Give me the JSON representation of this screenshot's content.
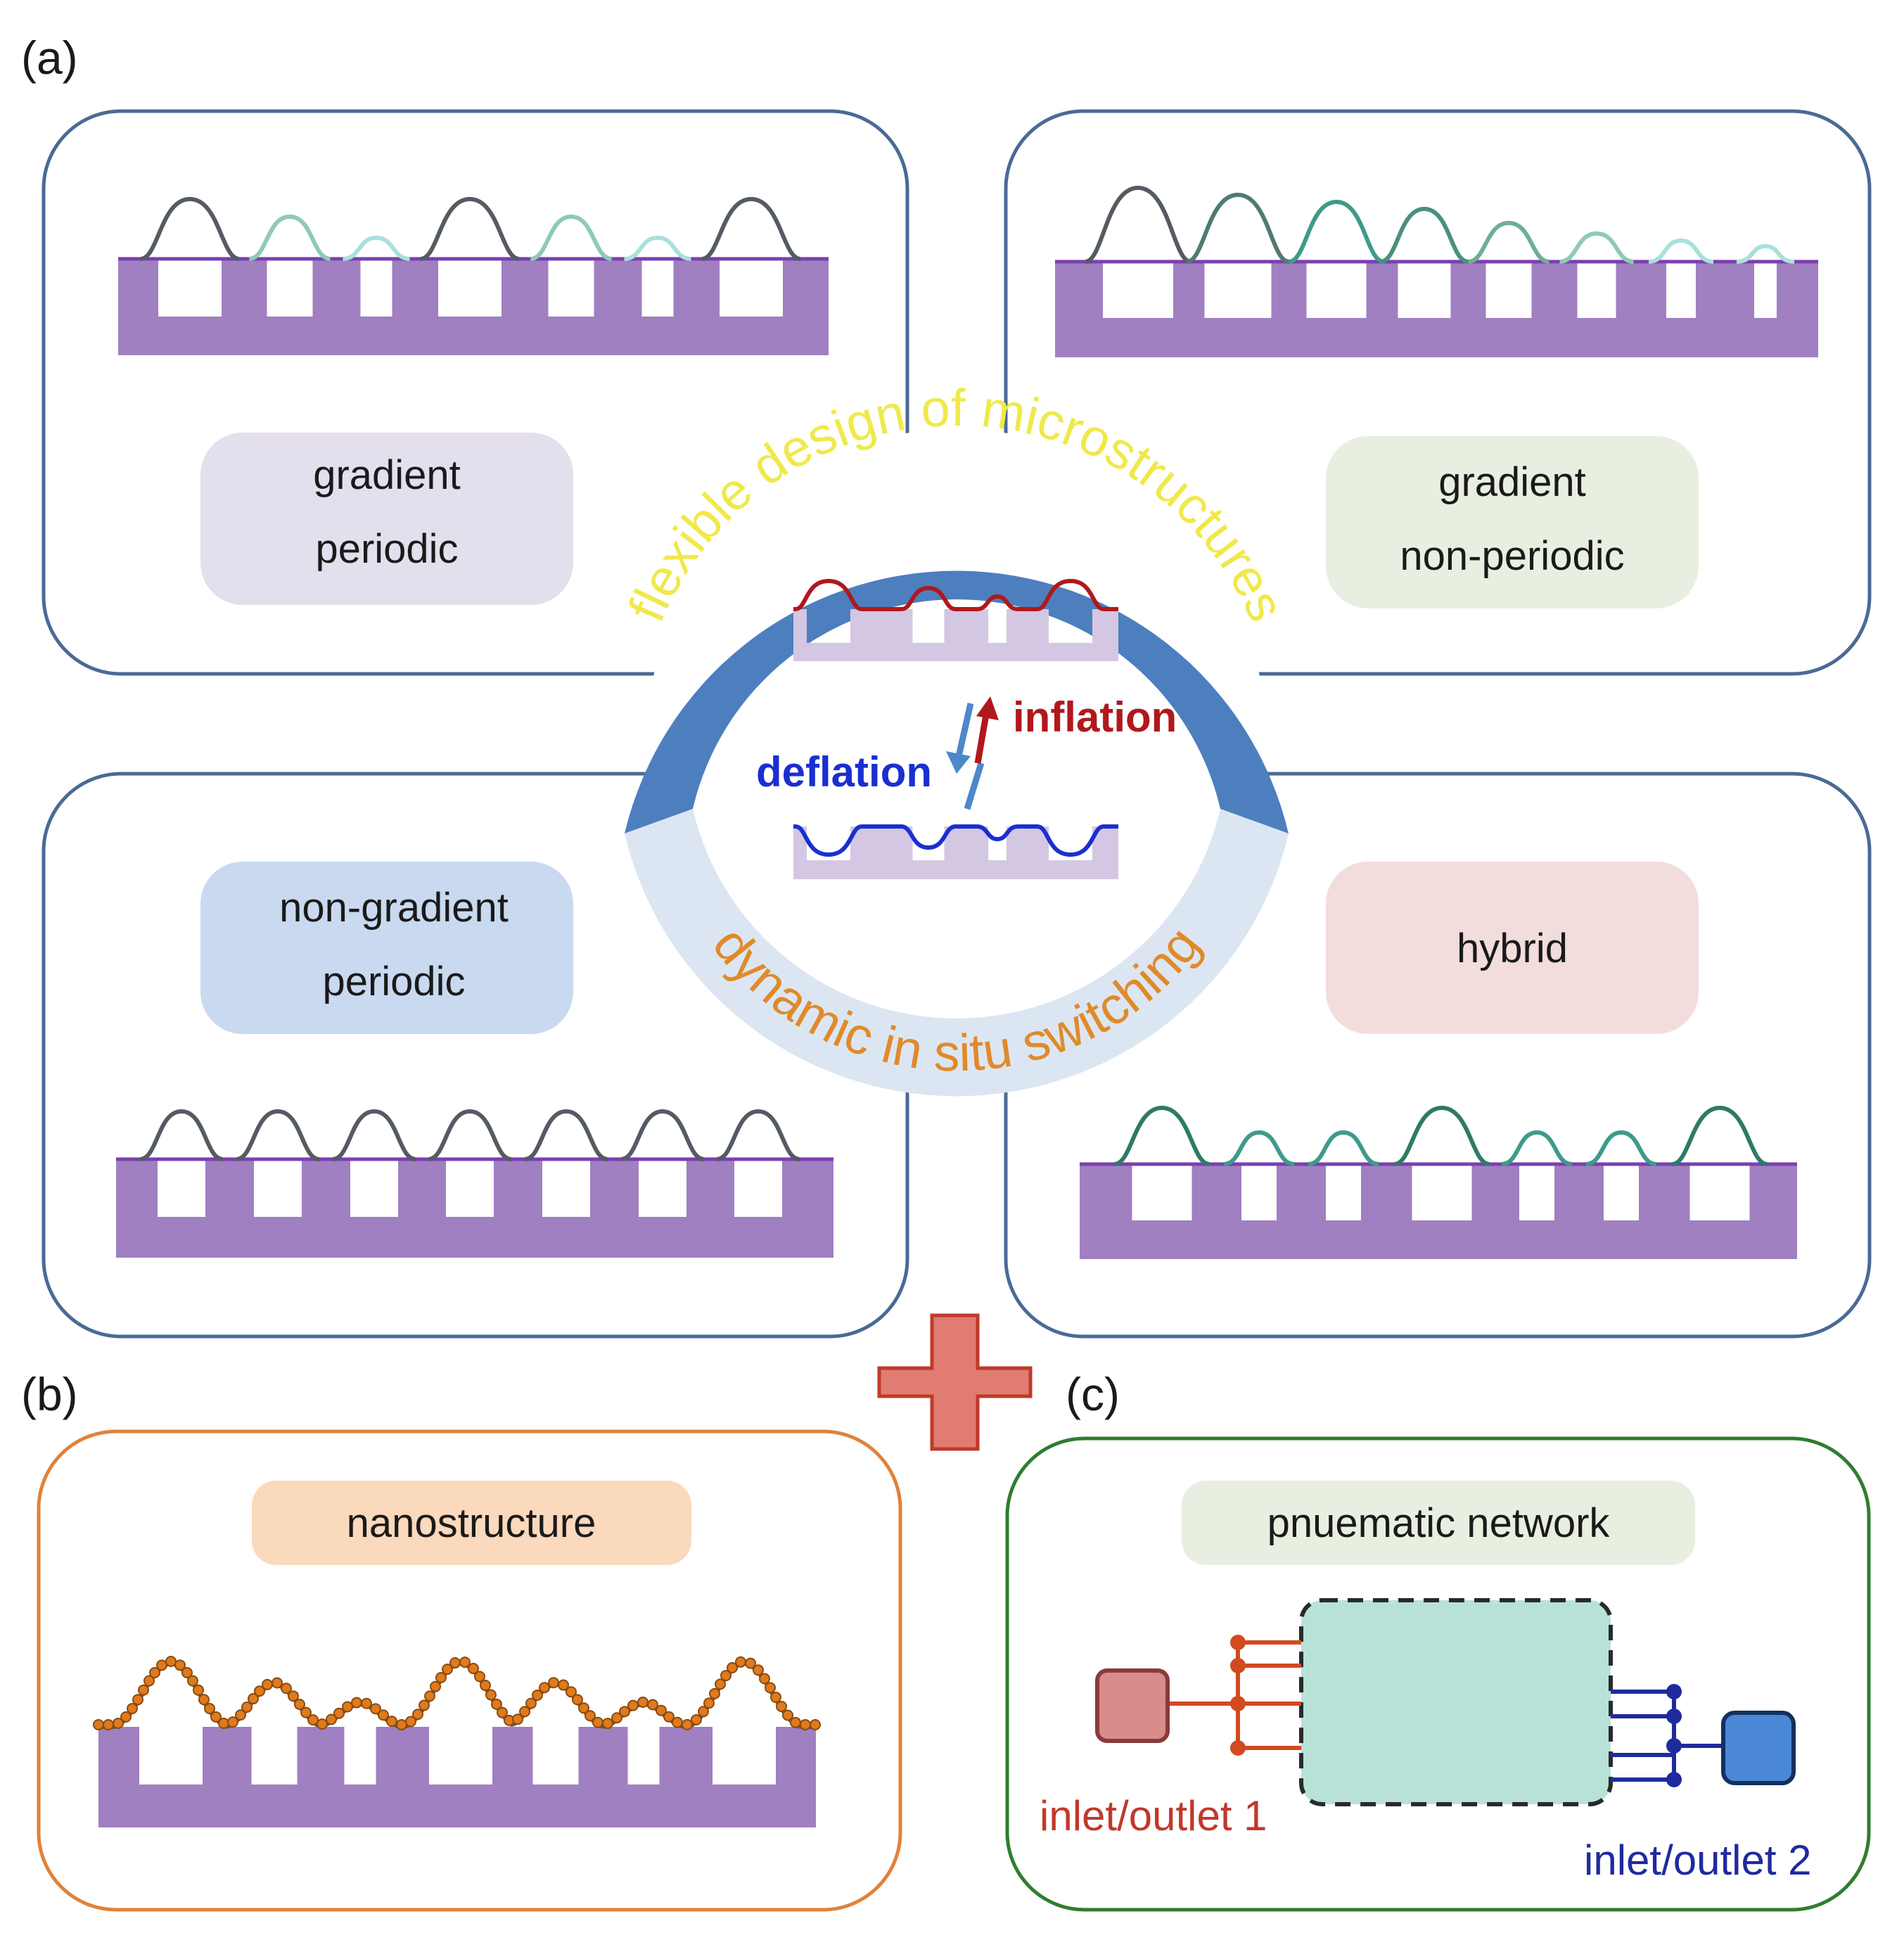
{
  "panel_labels": {
    "a": "(a)",
    "b": "(b)",
    "c": "(c)"
  },
  "quadrants": {
    "top_left": {
      "line1": "gradient",
      "line2": "periodic",
      "tag_color": "#e4dfec"
    },
    "top_right": {
      "line1": "gradient",
      "line2": "non-periodic",
      "tag_color": "#e9efe0"
    },
    "bottom_left": {
      "line1": "non-gradient",
      "line2": "periodic",
      "tag_color": "#c9d9ef"
    },
    "bottom_right": {
      "line1": "hybrid",
      "tag_color": "#f3dcdc"
    }
  },
  "center": {
    "ring_top_text": "flexible   design   of   microstructures",
    "ring_bottom_text": "dynamic   in situ   switching",
    "inflation": "inflation",
    "deflation": "deflation"
  },
  "panel_b": {
    "tag": "nanostructure",
    "tag_color": "#fbd9bc",
    "frame_color": "#e0823a"
  },
  "panel_c": {
    "tag": "pnuematic network",
    "tag_color": "#e9efe0",
    "frame_color": "#2f7d2f",
    "port1": "inlet/outlet 1",
    "port2": "inlet/outlet 2"
  },
  "colors": {
    "substrate": "#a080c0",
    "frame": "#4a6a96",
    "ring_top": "#4d7fbf",
    "ring_bottom": "#dce6f2",
    "ring_top_text": "#f0e94a",
    "ring_bottom_text": "#e08a2a",
    "inflation": "#b0181c",
    "deflation": "#1a2fd0",
    "plus": "#e07c72",
    "port1_color": "#c0392b",
    "port2_color": "#1f2a9e"
  }
}
